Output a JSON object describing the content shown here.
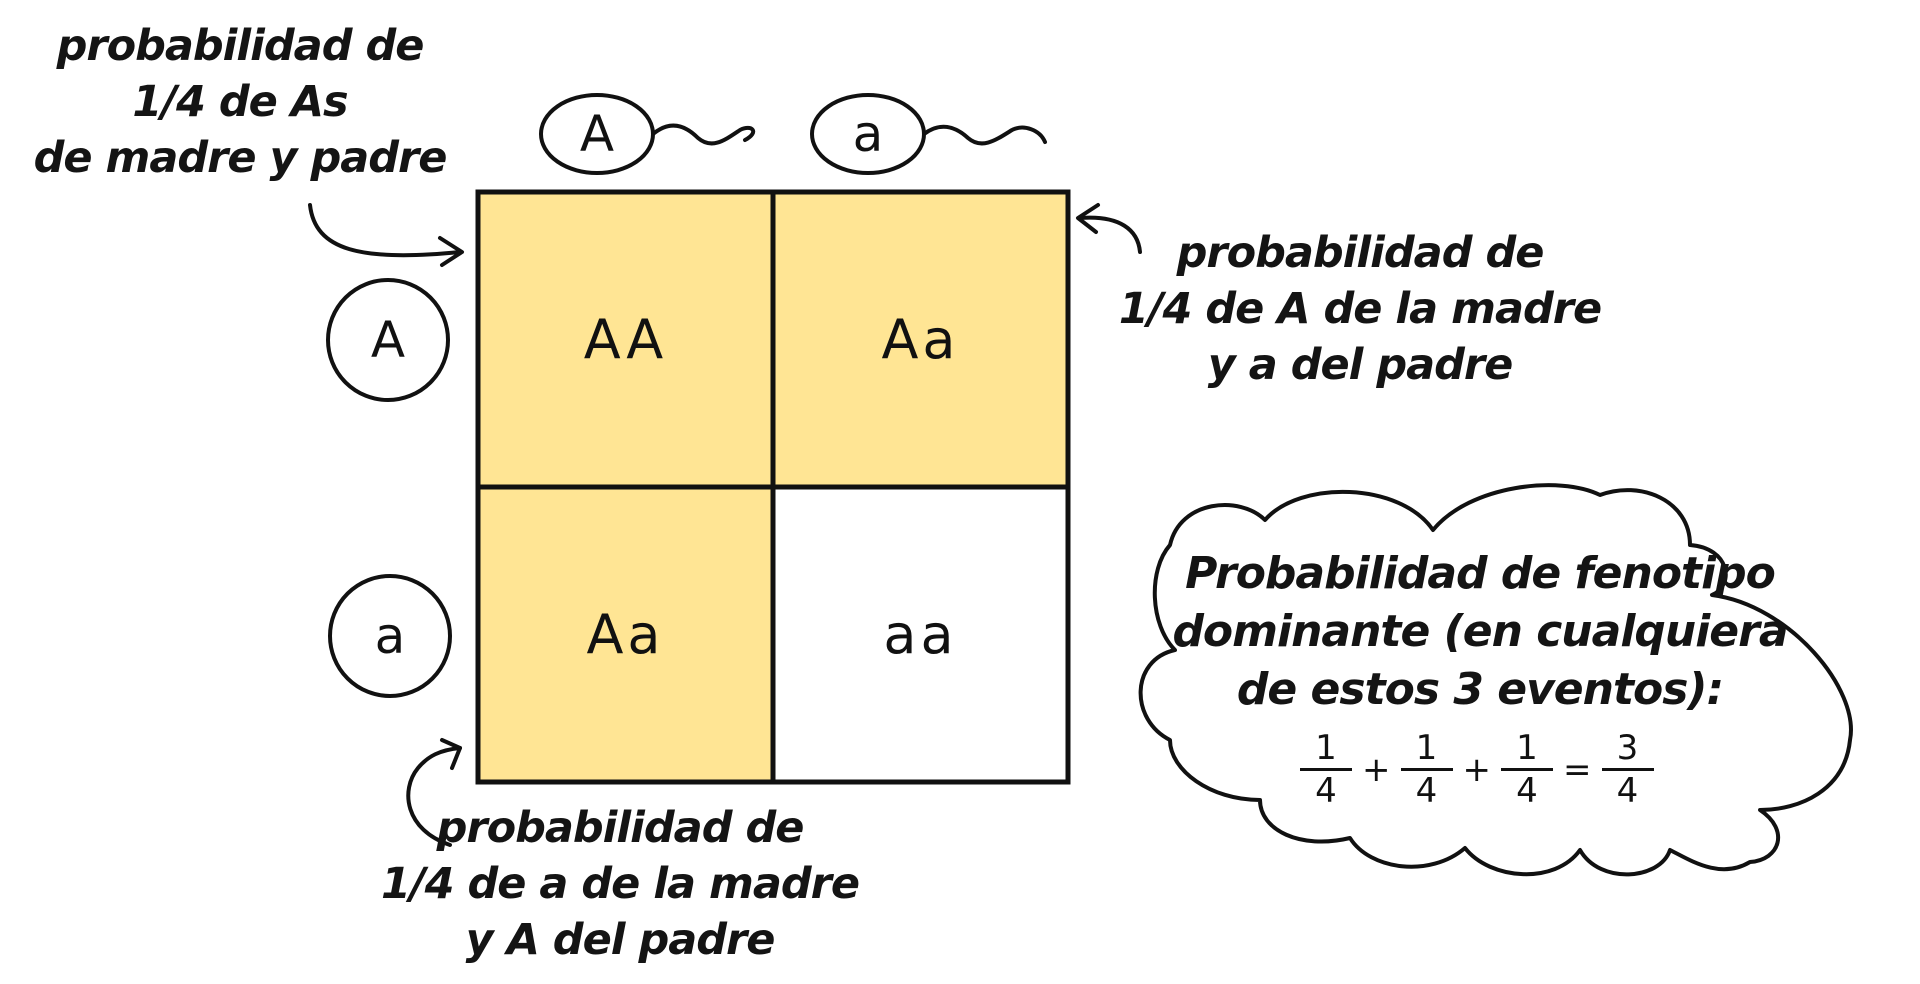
{
  "diagram": {
    "type": "punnett-square",
    "colors": {
      "highlight_fill": "#FFE594",
      "plain_fill": "#FFFFFF",
      "stroke": "#111111"
    },
    "column_alleles": [
      {
        "label": "A",
        "type": "sperm"
      },
      {
        "label": "a",
        "type": "sperm"
      }
    ],
    "row_alleles": [
      {
        "label": "A",
        "type": "egg"
      },
      {
        "label": "a",
        "type": "egg"
      }
    ],
    "cells": [
      {
        "genotype": "AA",
        "highlighted": true
      },
      {
        "genotype": "Aa",
        "highlighted": true
      },
      {
        "genotype": "Aa",
        "highlighted": true
      },
      {
        "genotype": "aa",
        "highlighted": false
      }
    ]
  },
  "annotations": {
    "top_left": [
      "probabilidad de",
      "1/4 de As",
      "de madre y padre"
    ],
    "top_right": [
      "probabilidad de",
      "1/4 de A de la madre",
      "y a del padre"
    ],
    "bottom_left": [
      "probabilidad de",
      "1/4 de a de la madre",
      "y A del padre"
    ]
  },
  "cloud": {
    "lines": [
      "Probabilidad de fenotipo",
      "dominante (en cualquiera",
      "de estos 3 eventos):"
    ],
    "equation": {
      "terms": [
        {
          "num": "1",
          "den": "4"
        },
        {
          "num": "1",
          "den": "4"
        },
        {
          "num": "1",
          "den": "4"
        }
      ],
      "plus": "+",
      "equals": "=",
      "result": {
        "num": "3",
        "den": "4"
      }
    }
  }
}
